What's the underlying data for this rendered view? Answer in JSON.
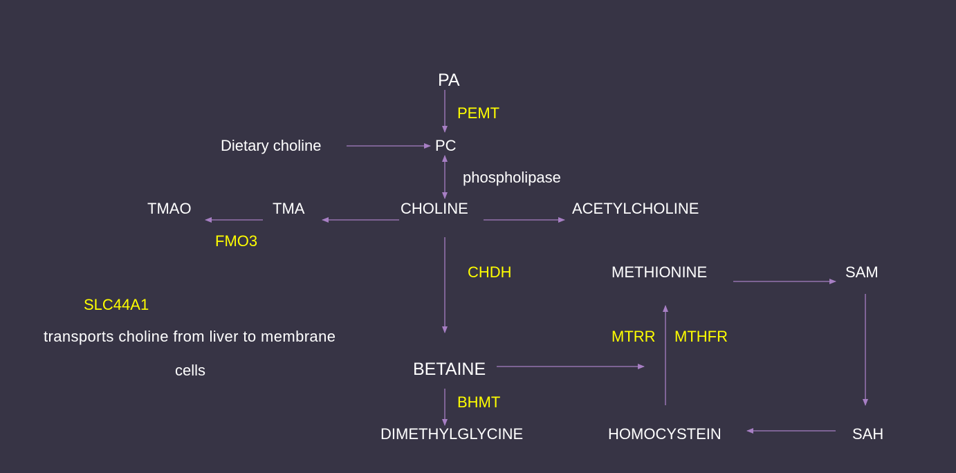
{
  "colors": {
    "background": "#373445",
    "arrow": "#a77fc4",
    "metabolite": "#ffffff",
    "enzyme": "#ffff00"
  },
  "metabolites": {
    "pa": "PA",
    "pc": "PC",
    "dietary_choline": "Dietary choline",
    "choline": "CHOLINE",
    "tma": "TMA",
    "tmao": "TMAO",
    "acetylcholine": "ACETYLCHOLINE",
    "methionine": "METHIONINE",
    "sam": "SAM",
    "betaine": "BETAINE",
    "dimethylglycine": "DIMETHYLGLYCINE",
    "homocystein": "HOMOCYSTEIN",
    "sah": "SAH"
  },
  "enzymes": {
    "pemt": "PEMT",
    "phospholipase": "phospholipase",
    "fmo3": "FMO3",
    "chdh": "CHDH",
    "mtrr": "MTRR",
    "mthfr": "MTHFR",
    "bhmt": "BHMT",
    "slc44a1": "SLC44A1"
  },
  "notes": {
    "slc_line1": "transports choline from liver to membrane",
    "slc_line2": "cells"
  }
}
